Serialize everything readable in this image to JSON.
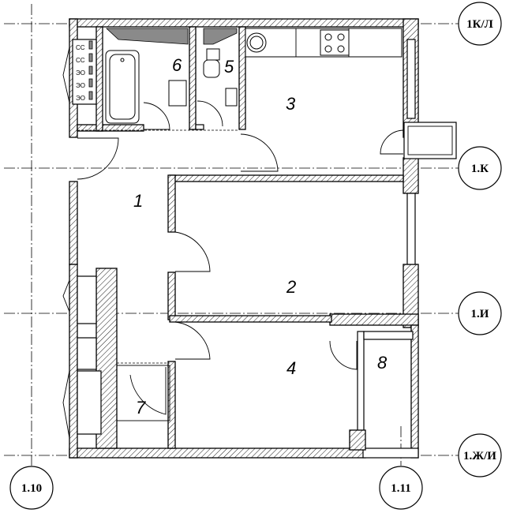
{
  "axes": {
    "top_right": "1К/Л",
    "right_1": "1.К",
    "right_2": "1.И",
    "right_3": "1.Ж/И",
    "bottom_left": "1.10",
    "bottom_right": "1.11"
  },
  "rooms": {
    "r1": "1",
    "r2": "2",
    "r3": "3",
    "r4": "4",
    "r5": "5",
    "r6": "6",
    "r7": "7",
    "r8": "8"
  },
  "risers": [
    "СС",
    "СС",
    "ЭО",
    "ЭО",
    "ЭО"
  ]
}
